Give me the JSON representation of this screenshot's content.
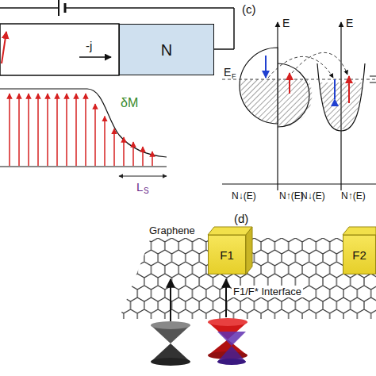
{
  "diagram": {
    "nodes": [
      {
        "text": [
          "N"
        ]
      },
      {
        "text": [
          "F1"
        ]
      },
      {
        "text": [
          "F2"
        ]
      }
    ],
    "labels": [
      "(c)",
      "-j",
      "δM",
      "L",
      "S",
      "E",
      "E",
      "E",
      "F",
      "N↓(E)",
      "N↑(E)",
      "N↓(E)",
      "N↑(E)",
      "(d)",
      "Graphene",
      "F1/F* Interface"
    ]
  }
}
